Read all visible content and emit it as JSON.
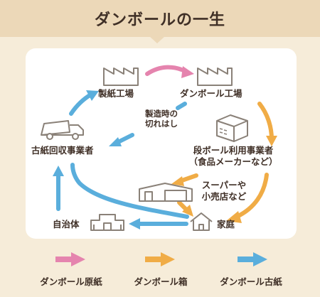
{
  "title": "ダンボールの一生",
  "nodes": {
    "paper_mill": "製紙工場",
    "cardboard_factory": "ダンボール工場",
    "collector": "古紙回収事業者",
    "manufacturing_scraps": [
      "製造時の",
      "切れはし"
    ],
    "user_business": [
      "段ボール利用事業者",
      "（食品メーカーなど）"
    ],
    "supermarket": [
      "スーパーや",
      "小売店など"
    ],
    "municipality": "自治体",
    "household": "家庭"
  },
  "legend": [
    {
      "label": "ダンボール原紙",
      "color": "#e584ae"
    },
    {
      "label": "ダンボール箱",
      "color": "#f0ac46"
    },
    {
      "label": "ダンボール古紙",
      "color": "#5aaedc"
    }
  ],
  "colors": {
    "pink": "#e584ae",
    "orange": "#f0ac46",
    "blue": "#5aaedc",
    "icon_stroke": "#8a8178",
    "banner": "#ecd8b8",
    "background": "#f6ecd9"
  },
  "icons": [
    "factory-icon",
    "truck-icon",
    "box-icon",
    "store-icon",
    "house-icon",
    "municipal-building-icon",
    "arrow-icon"
  ]
}
